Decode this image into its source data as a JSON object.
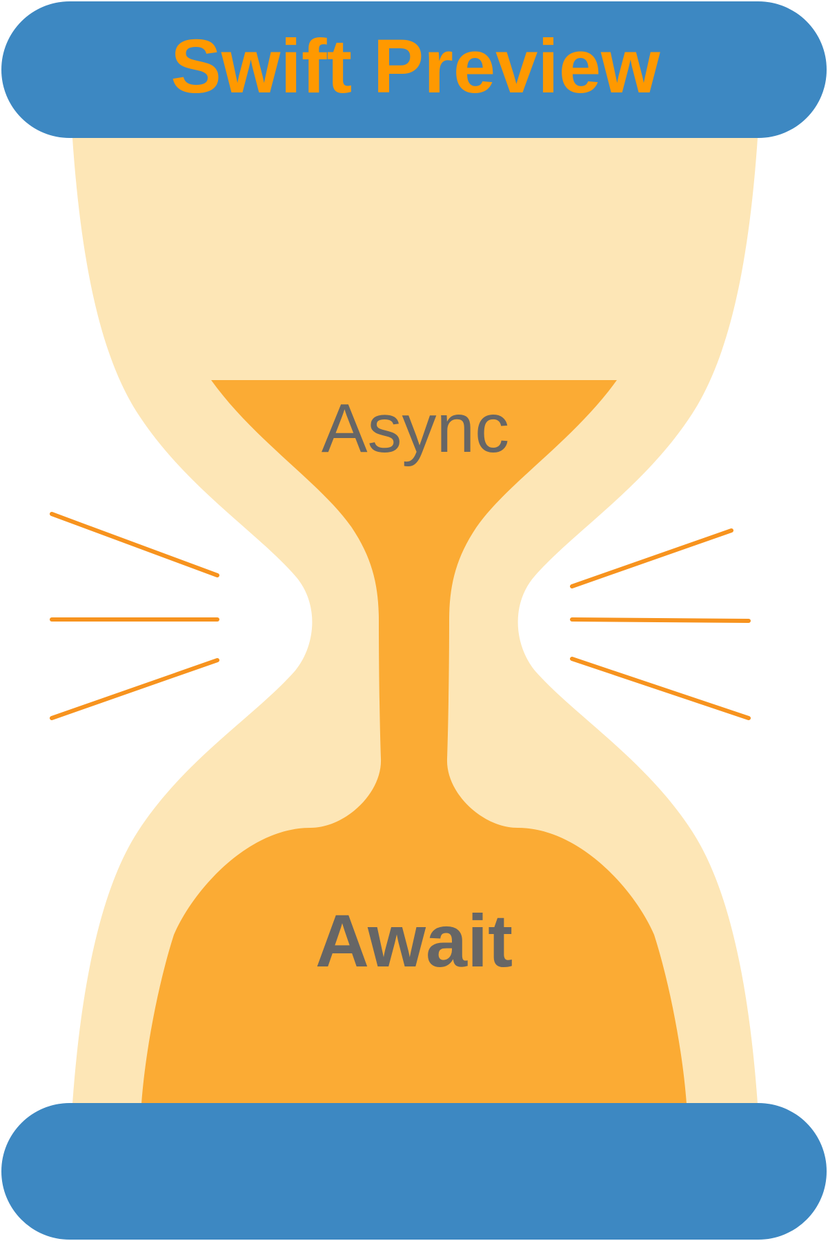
{
  "title": "Swift Preview",
  "top_label": "Async",
  "bottom_label": "Await",
  "colors": {
    "cap_blue": "#3d88c2",
    "title_orange": "#ff9900",
    "glass_light": "#fde6b6",
    "sand_orange": "#fbab34",
    "label_gray": "#666666",
    "ray_orange": "#f7931e"
  },
  "icons": {
    "left_rays": "motion-lines-icon",
    "right_rays": "motion-lines-icon"
  }
}
